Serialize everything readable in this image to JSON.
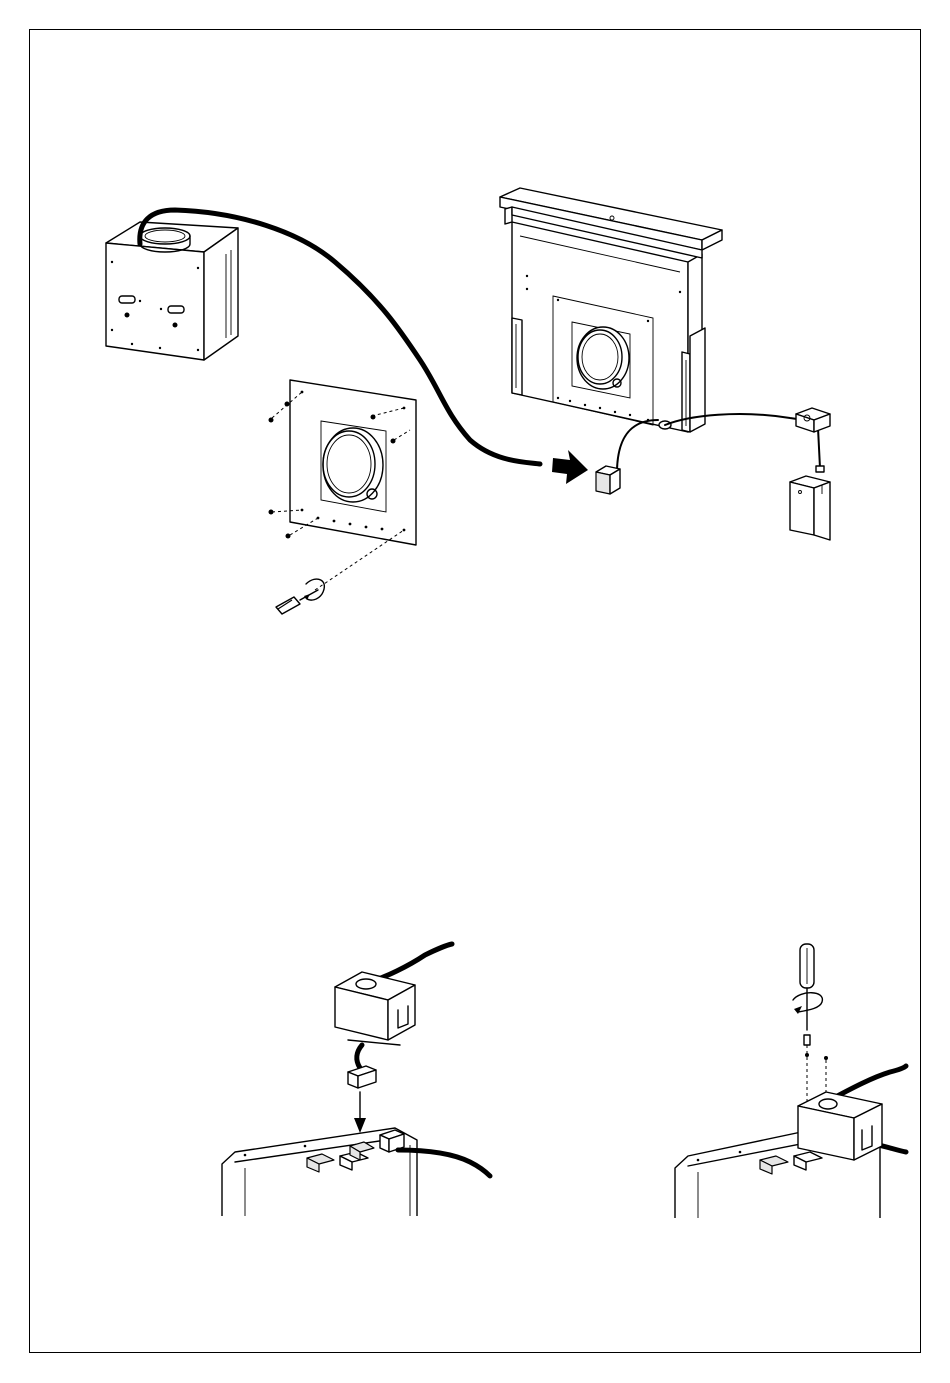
{
  "figures": [
    {
      "id": "motor-connection-overview",
      "items": [
        "motor-unit",
        "flange-plate",
        "screwdriver",
        "hood-unit",
        "junction-box",
        "control-box"
      ]
    },
    {
      "id": "connector-insertion",
      "items": [
        "connector-cover",
        "plug",
        "control-board"
      ]
    },
    {
      "id": "cover-fastening",
      "items": [
        "screwdriver",
        "screw",
        "connector-cover",
        "control-board"
      ]
    }
  ],
  "colors": {
    "line": "#000000",
    "background": "#ffffff",
    "shade": "#e6e6e6"
  }
}
